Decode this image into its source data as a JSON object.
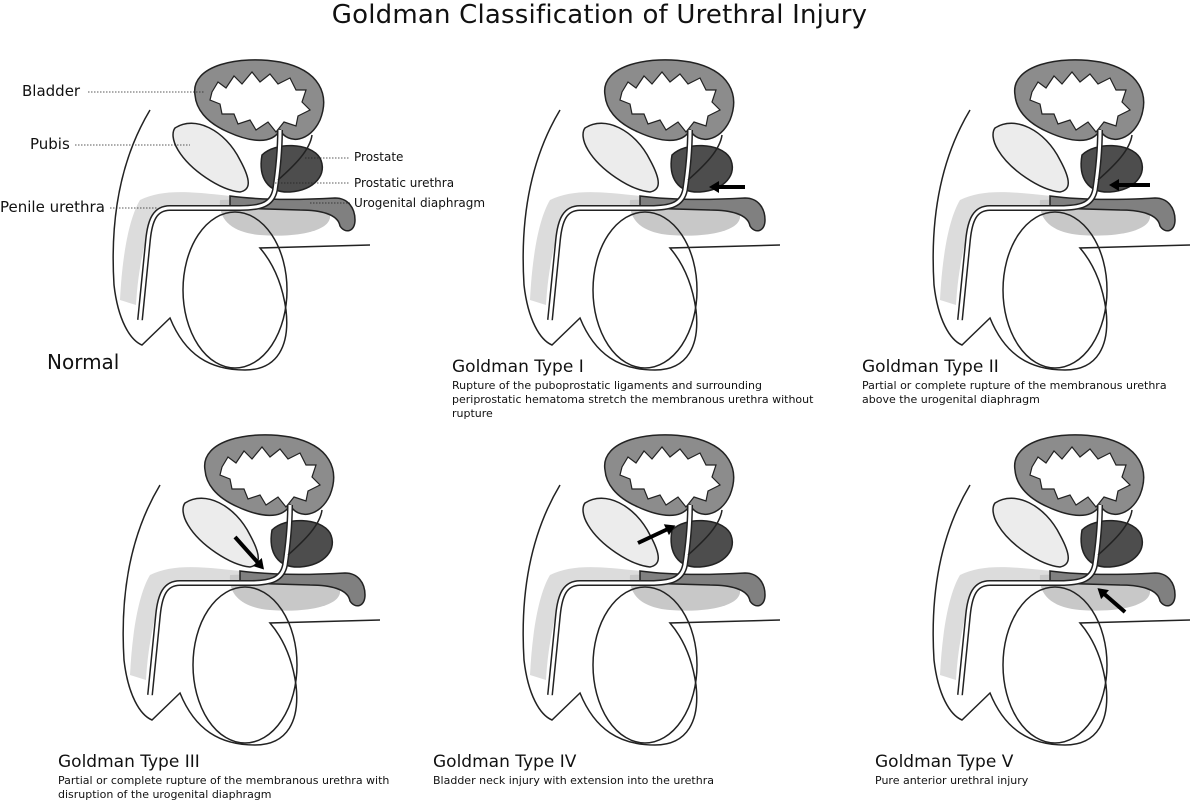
{
  "title": "Goldman Classification of Urethral Injury",
  "labels": {
    "bladder": "Bladder",
    "pubis": "Pubis",
    "penile_urethra": "Penile urethra",
    "prostate": "Prostate",
    "prostatic_urethra": "Prostatic urethra",
    "urogenital_diaphragm": "Urogenital diaphragm"
  },
  "panels": [
    {
      "id": "normal",
      "title": "Normal",
      "description": ""
    },
    {
      "id": "type1",
      "title": "Goldman Type I",
      "description": "Rupture of the puboprostatic ligaments and surrounding periprostatic hematoma stretch the membranous urethra without rupture"
    },
    {
      "id": "type2",
      "title": "Goldman Type II",
      "description": "Partial or complete rupture of the membranous urethra above the urogenital diaphragm"
    },
    {
      "id": "type3",
      "title": "Goldman Type III",
      "description": "Partial or complete rupture of the membranous urethra with disruption of the urogenital diaphragm"
    },
    {
      "id": "type4",
      "title": "Goldman Type IV",
      "description": "Bladder neck injury with extension into the urethra"
    },
    {
      "id": "type5",
      "title": "Goldman Type V",
      "description": "Pure anterior urethral injury"
    }
  ],
  "colors": {
    "bladder_wall": "#8c8c8c",
    "prostate": "#4d4d4d",
    "pubis": "#ececec",
    "diaphragm": "#808080",
    "corpus_shade": "#c8c8c8",
    "outline": "#222222"
  }
}
